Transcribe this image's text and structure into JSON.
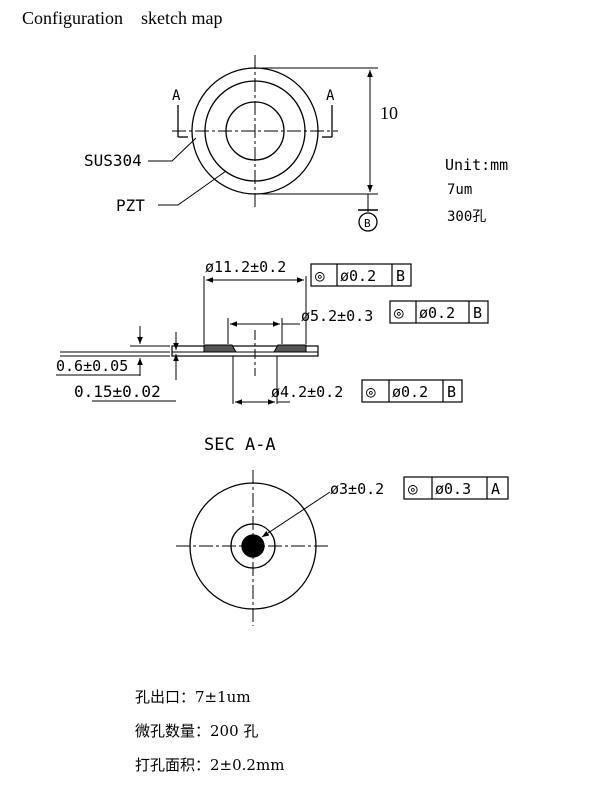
{
  "header": {
    "title": "Configuration    sketch map"
  },
  "top_view": {
    "section_mark_left": "A",
    "section_mark_right": "A",
    "dimension_height": "10",
    "label_outer_ring": "SUS304",
    "label_inner": "PZT",
    "unit": "Unit:mm",
    "thickness": "7um",
    "hole_count": "300孔",
    "datum_symbol": "B"
  },
  "section_view": {
    "dim_outer": "ø11.2±0.2",
    "dim_outer_tol_symbol": "◎",
    "dim_outer_tol_value": "ø0.2",
    "dim_outer_datum": "B",
    "dim_mid": "ø5.2±0.3",
    "dim_mid_tol_symbol": "◎",
    "dim_mid_tol_value": "ø0.2",
    "dim_mid_datum": "B",
    "dim_inner": "ø4.2±0.2",
    "dim_inner_tol_symbol": "◎",
    "dim_inner_tol_value": "ø0.2",
    "dim_inner_datum": "B",
    "thickness_total": "0.6±0.05",
    "thickness_plate": "0.15±0.02",
    "section_title": "SEC  A-A"
  },
  "bottom_view": {
    "dim_hole_area": "ø3±0.2",
    "tol_symbol": "◎",
    "tol_value": "ø0.3",
    "datum": "A"
  },
  "specs": [
    "孔出口：7±1um",
    "微孔数量：200 孔",
    "打孔面积：2±0.2mm"
  ]
}
